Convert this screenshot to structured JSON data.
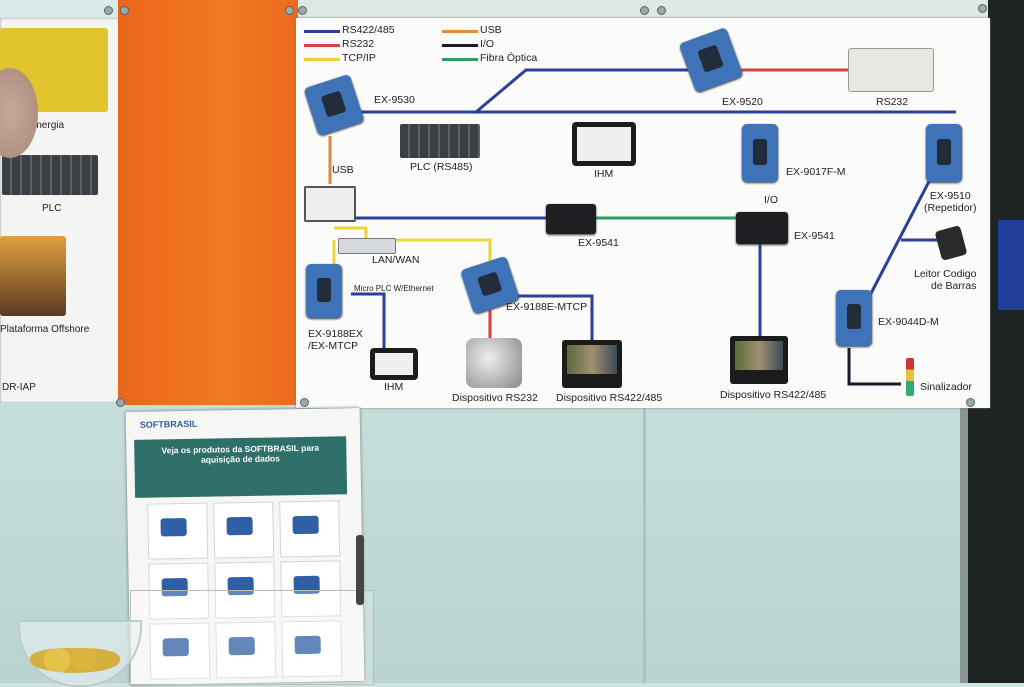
{
  "left_panel": {
    "labels": [
      "or de Energia",
      "PLC",
      "Plataforma Offshore",
      "DR-IAP"
    ]
  },
  "legend": [
    {
      "label": "RS422/485",
      "color": "#2a3f9a"
    },
    {
      "label": "RS232",
      "color": "#d94040"
    },
    {
      "label": "TCP/IP",
      "color": "#e9d43a"
    },
    {
      "label": "USB",
      "color": "#e08a3a"
    },
    {
      "label": "I/O",
      "color": "#1a1a2a"
    },
    {
      "label": "Fibra Óptica",
      "color": "#2aa060"
    }
  ],
  "devices": {
    "ex9530": "EX-9530",
    "ex9520": "EX-9520",
    "rs232_gen": "RS232",
    "usb": "USB",
    "plc_rs485": "PLC (RS485)",
    "ihm_top": "IHM",
    "ex9017": "EX-9017F-M",
    "ex9510": "EX-9510\n(Repetidor)",
    "io": "I/O",
    "ex9541_left": "EX-9541",
    "ex9541_right": "EX-9541",
    "lan_wan": "LAN/WAN",
    "micro_plc": "Micro PLC W/Ethernet",
    "ex9188ex": "EX-9188EX\n/EX-MTCP",
    "ex9188e": "EX-9188E-MTCP",
    "leitor": "Leitor Codigo\nde Barras",
    "ex9044": "EX-9044D-M",
    "ihm_bottom": "IHM",
    "disp_rs232": "Dispositivo RS232",
    "disp_rs422_1": "Dispositivo RS422/485",
    "disp_rs422_2": "Dispositivo RS422/485",
    "sinalizador": "Sinalizador"
  },
  "flyer": {
    "brand": "SOFTBRASIL",
    "headline": "Veja os produtos da SOFTBRASIL para aquisição de dados"
  }
}
